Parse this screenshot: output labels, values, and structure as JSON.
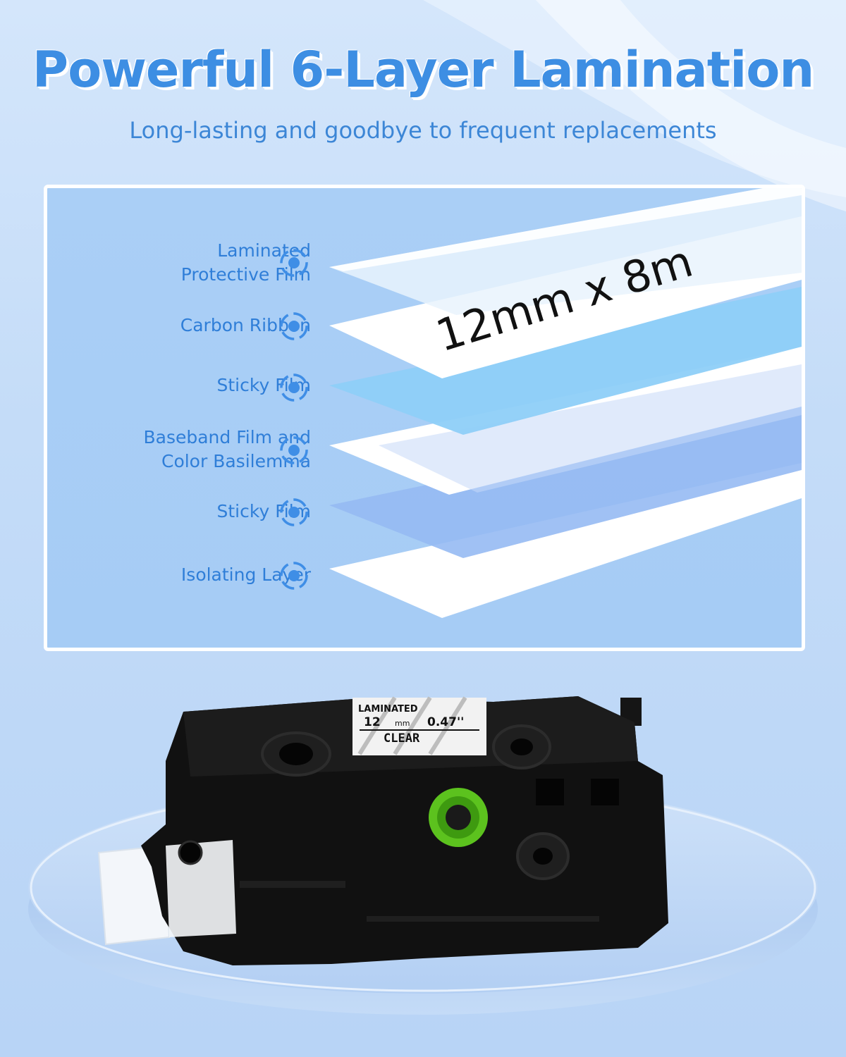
{
  "header": {
    "title": "Powerful 6-Layer Lamination",
    "subtitle": "Long-lasting and goodbye to frequent replacements"
  },
  "layers": [
    {
      "line1": "Laminated",
      "line2": "Protective Film",
      "icon": "target-ring-icon"
    },
    {
      "line1": "Carbon Ribbon",
      "line2": "",
      "icon": "target-ring-icon"
    },
    {
      "line1": "Sticky Film",
      "line2": "",
      "icon": "target-ring-icon"
    },
    {
      "line1": "Baseband Film and",
      "line2": "Color Basilemma",
      "icon": "target-ring-icon"
    },
    {
      "line1": "Sticky Film",
      "line2": "",
      "icon": "target-ring-icon"
    },
    {
      "line1": "Isolating Layer",
      "line2": "",
      "icon": "target-ring-icon"
    }
  ],
  "tape_print": "12mm x 8m",
  "cartridge": {
    "label_line1": "LAMINATED",
    "label_size": "12",
    "label_unit": "mm",
    "label_inch": "0.47''",
    "label_color": "CLEAR"
  },
  "colors": {
    "accent": "#3d8ee3",
    "label_text": "#2f7ed8",
    "cartridge_body": "#111111",
    "spool_green": "#5cc21e"
  }
}
